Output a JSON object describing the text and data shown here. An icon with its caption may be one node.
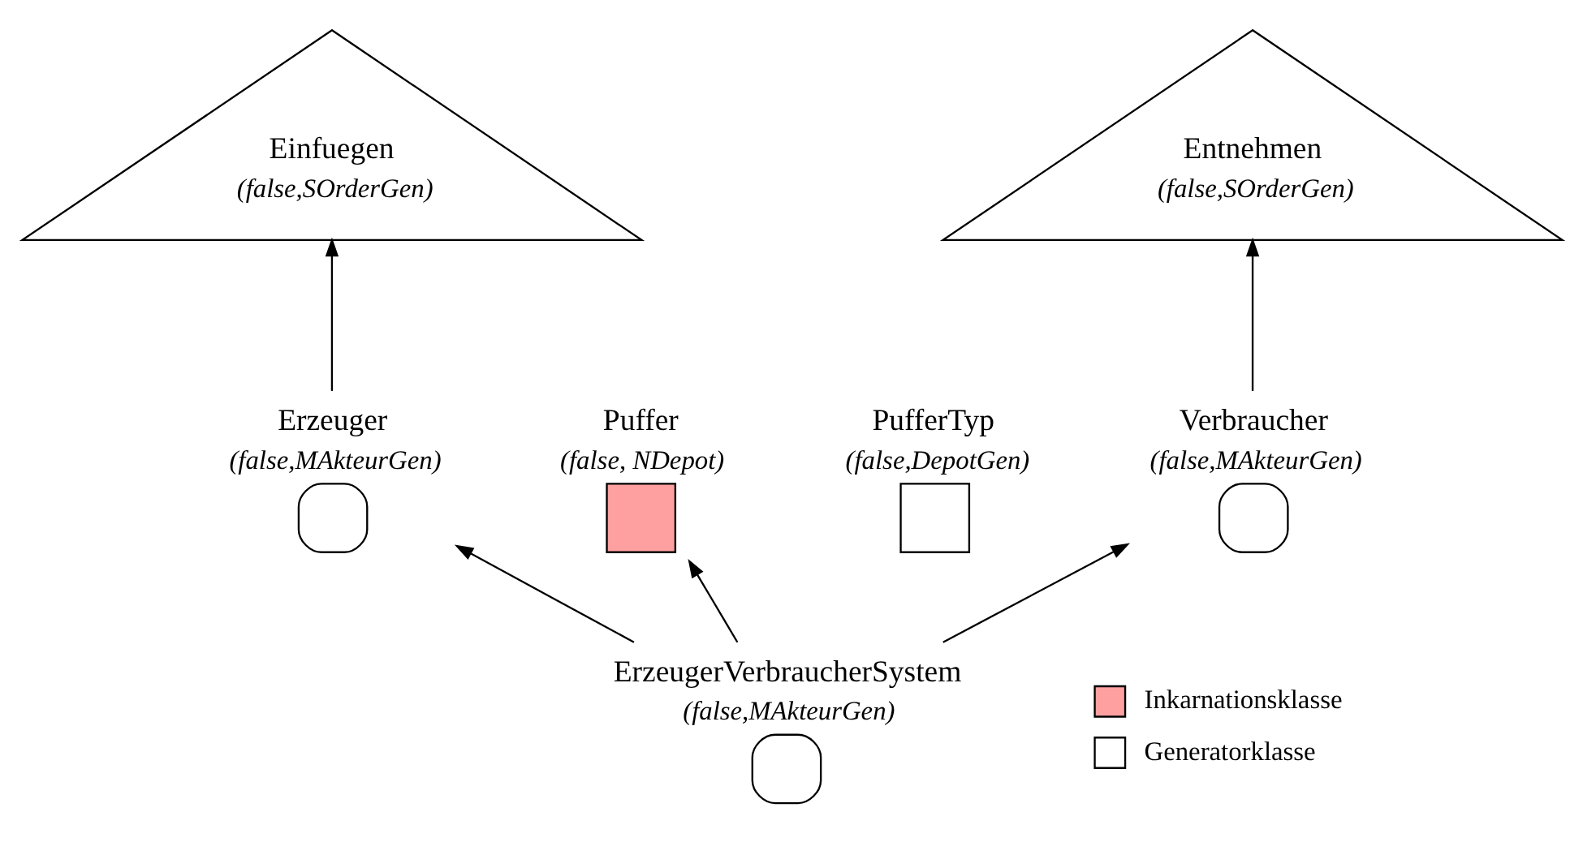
{
  "diagram": {
    "nodes": [
      {
        "text": [
          "Einfuegen",
          "(false,SOrderGen)"
        ]
      },
      {
        "text": [
          "Entnehmen",
          "(false,SOrderGen)"
        ]
      },
      {
        "text": [
          "Erzeuger",
          "(false,MAkteurGen)"
        ]
      },
      {
        "text": [
          "Puffer",
          "(false, NDepot)"
        ]
      },
      {
        "text": [
          "PufferTyp",
          "(false,DepotGen)"
        ]
      },
      {
        "text": [
          "Verbraucher",
          "(false,MAkteurGen)"
        ]
      },
      {
        "text": [
          "ErzeugerVerbraucherSystem",
          "(false,MAkteurGen)"
        ]
      }
    ],
    "edges": [
      {
        "from": 2,
        "to": 0,
        "arrow": "to"
      },
      {
        "from": 5,
        "to": 1,
        "arrow": "to"
      },
      {
        "from": 6,
        "to": 2,
        "arrow": "to"
      },
      {
        "from": 6,
        "to": 3,
        "arrow": "to"
      },
      {
        "from": 6,
        "to": 5,
        "arrow": "to"
      }
    ],
    "legend": [
      {
        "text": "Inkarnationsklasse",
        "color": "#ffa0a0"
      },
      {
        "text": "Generatorklasse",
        "color": "#ffffff"
      }
    ]
  }
}
